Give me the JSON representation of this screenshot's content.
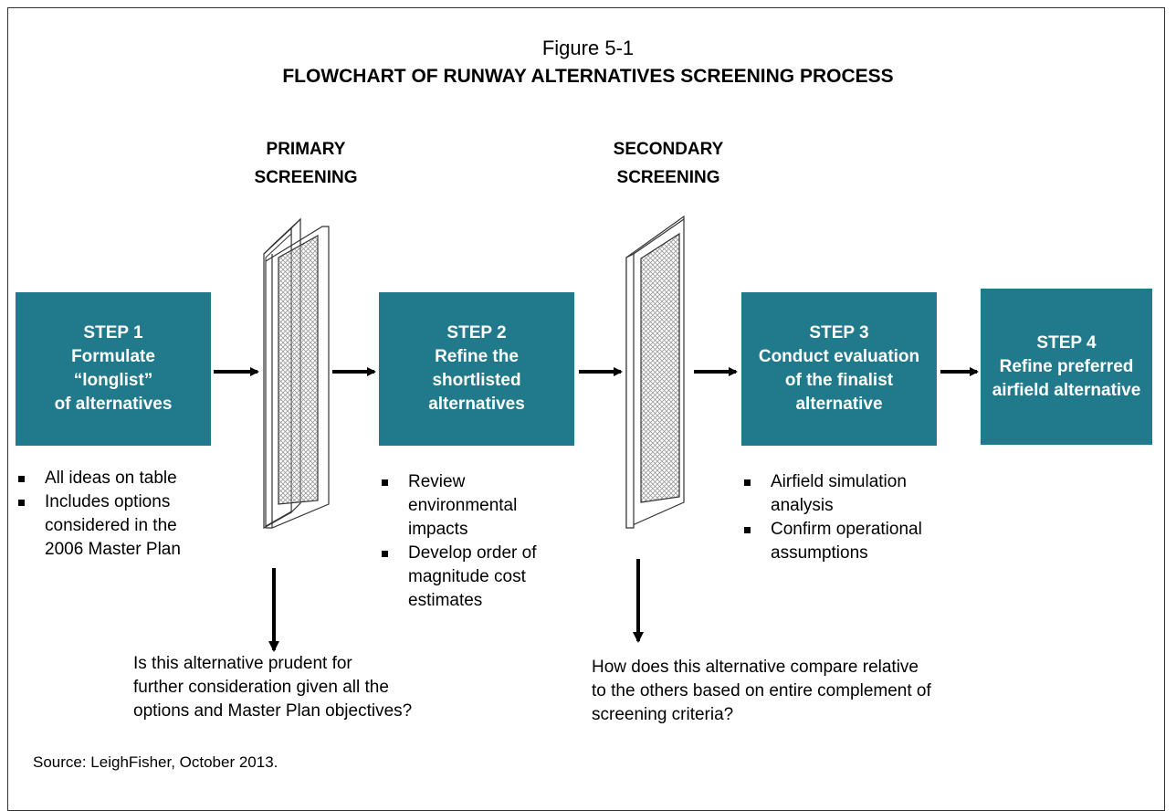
{
  "figure": {
    "label": "Figure 5-1",
    "title": "FLOWCHART OF RUNWAY ALTERNATIVES SCREENING PROCESS"
  },
  "screens": [
    {
      "line1": "PRIMARY",
      "line2": "SCREENING"
    },
    {
      "line1": "SECONDARY",
      "line2": "SCREENING"
    }
  ],
  "steps": [
    {
      "lines": [
        "STEP 1",
        "Formulate",
        "“longlist”",
        "of alternatives"
      ]
    },
    {
      "lines": [
        "STEP 2",
        "Refine the",
        "shortlisted",
        "alternatives"
      ]
    },
    {
      "lines": [
        "STEP 3",
        "Conduct evaluation",
        "of the finalist",
        "alternative"
      ]
    },
    {
      "lines": [
        "STEP 4",
        "Refine preferred",
        "airfield alternative"
      ]
    }
  ],
  "bullets": {
    "step1": [
      [
        "All ideas on table"
      ],
      [
        "Includes options",
        "considered in the",
        "2006 Master Plan"
      ]
    ],
    "step2": [
      [
        "Review",
        "environmental",
        "impacts"
      ],
      [
        "Develop order of",
        "magnitude cost",
        "estimates"
      ]
    ],
    "step3": [
      [
        "Airfield simulation",
        "analysis"
      ],
      [
        "Confirm operational",
        "assumptions"
      ]
    ]
  },
  "questions": {
    "primary": [
      "Is this alternative prudent for",
      "further consideration given all the",
      "options and Master Plan objectives?"
    ],
    "secondary": [
      "How does this alternative compare relative",
      "to the others based on entire complement of",
      "screening criteria?"
    ]
  },
  "source": "Source:  LeighFisher, October 2013.",
  "colors": {
    "step_fill": "#217a8c",
    "step_text": "#ffffff",
    "arrow": "#000000",
    "mesh": "#9a9a9a"
  }
}
